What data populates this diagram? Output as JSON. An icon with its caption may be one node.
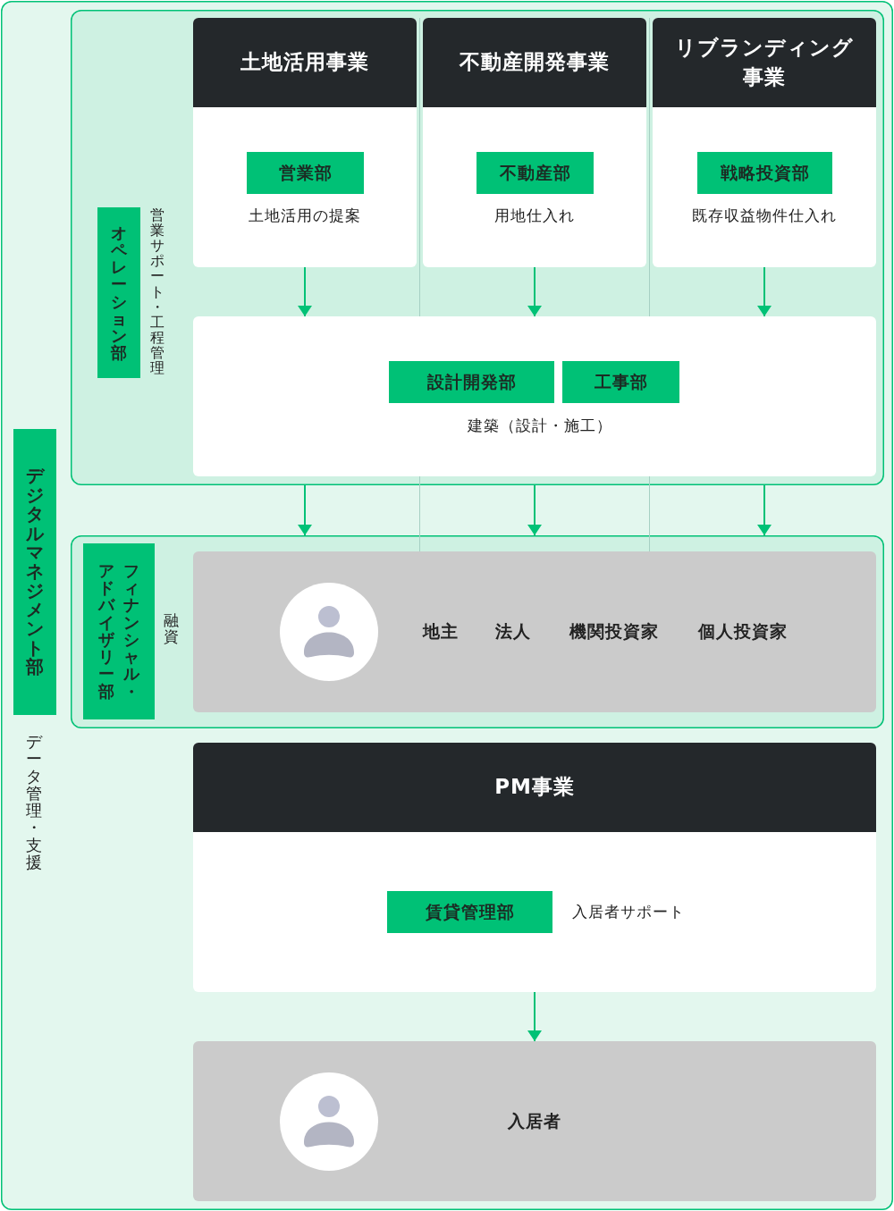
{
  "diagram": {
    "nodes": [
      {
        "text": [],
        "shape": "box"
      },
      {
        "text": [
          "デジタルマネジメント部"
        ],
        "beside": [
          "データ管理・支援"
        ],
        "in": 0
      },
      {
        "text": [],
        "shape": "box",
        "in": 0
      },
      {
        "text": [
          "オペレーション部"
        ],
        "beside": [
          "営業サポート・工程管理"
        ],
        "in": 2
      },
      {
        "text": [
          "土地活用事業"
        ],
        "in": 2
      },
      {
        "text": [
          "営業部"
        ],
        "beside": [
          "土地活用の提案"
        ],
        "in": 4
      },
      {
        "text": [
          "不動産開発事業"
        ],
        "in": 2
      },
      {
        "text": [
          "不動産部"
        ],
        "beside": [
          "用地仕入れ"
        ],
        "in": 6
      },
      {
        "text": [
          "リブランディング事業"
        ],
        "in": 2
      },
      {
        "text": [
          "戦略投資部"
        ],
        "beside": [
          "既存収益物件仕入れ"
        ],
        "in": 8
      },
      {
        "text": [
          "建築（設計・施工）"
        ],
        "in": 2
      },
      {
        "text": [
          "設計開発部"
        ],
        "in": 10
      },
      {
        "text": [
          "工事部"
        ],
        "in": 10
      },
      {
        "text": [],
        "shape": "box",
        "in": 0
      },
      {
        "text": [
          "フィナンシャル・アドバイザリー部"
        ],
        "beside": [
          "融資"
        ],
        "in": 13
      },
      {
        "text": [
          "地主",
          "法人",
          "機関投資家",
          "個人投資家"
        ],
        "in": 13
      },
      {
        "text": [
          "PM事業"
        ],
        "in": 0
      },
      {
        "text": [
          "賃貸管理部"
        ],
        "beside": [
          "入居者サポート"
        ],
        "in": 16
      },
      {
        "text": [
          "入居者"
        ],
        "in": 0
      }
    ],
    "edges": [
      {
        "from": 4,
        "to": 10,
        "arrow": "to"
      },
      {
        "from": 6,
        "to": 10,
        "arrow": "to"
      },
      {
        "from": 8,
        "to": 10,
        "arrow": "to"
      },
      {
        "from": 2,
        "to": 13,
        "arrow": "to"
      },
      {
        "from": 2,
        "to": 13,
        "arrow": "to"
      },
      {
        "from": 2,
        "to": 13,
        "arrow": "to"
      },
      {
        "from": 16,
        "to": 18,
        "arrow": "to"
      }
    ]
  }
}
